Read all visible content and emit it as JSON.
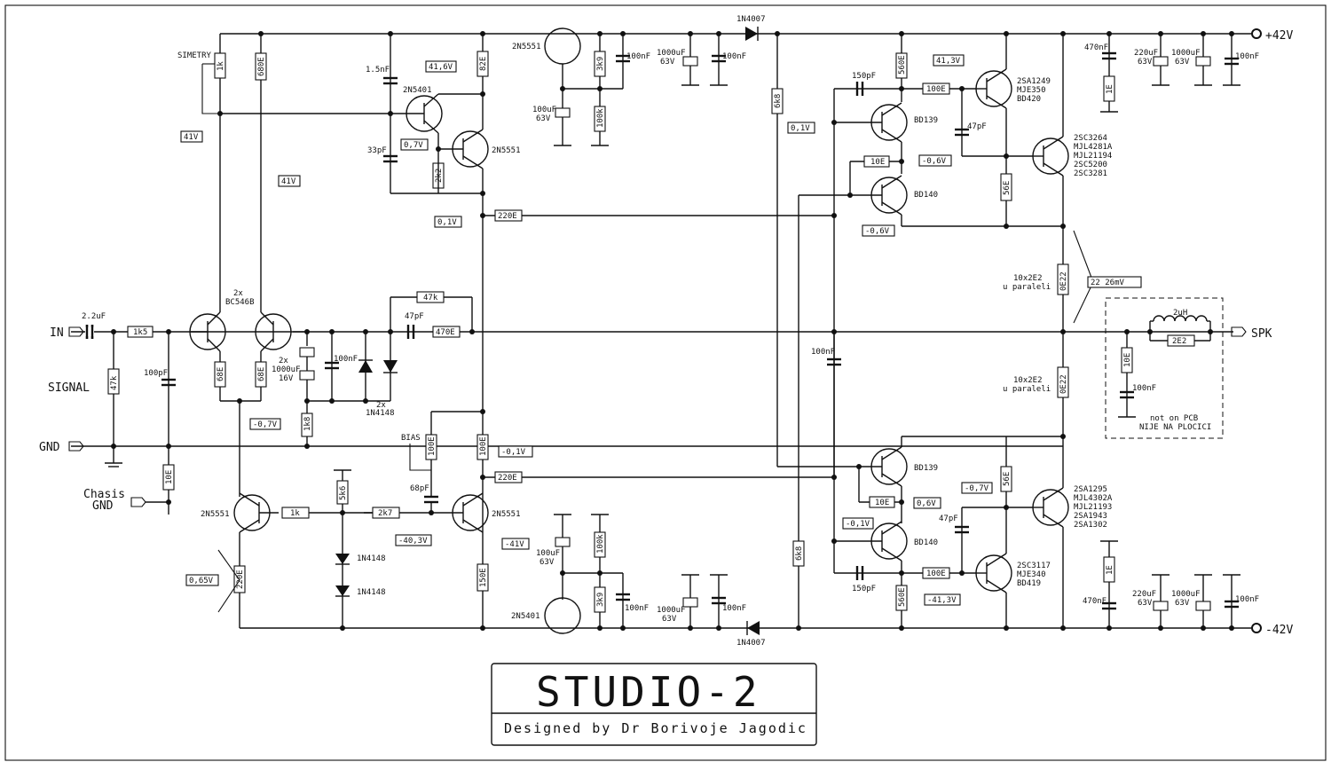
{
  "title": {
    "main": "STUDIO-2",
    "designer": "Designed by Dr Borivoje Jagodic"
  },
  "rails": {
    "positive": "+42V",
    "negative": "-42V"
  },
  "terminals": {
    "input": "IN",
    "speaker": "SPK",
    "ground": "GND",
    "chassis": [
      "Chasis",
      "GND"
    ],
    "signal": "SIGNAL"
  },
  "components": {
    "c_in": "2.2uF",
    "r_1k5": "1k5",
    "r_47k": "47k",
    "c_100pf": "100pF",
    "r_10e_gnd": "10E",
    "pair_count": "2x",
    "pair_type": "BC546B",
    "r_68e_a": "68E",
    "r_68e_b": "68E",
    "simetry": "SIMETRY",
    "r_1k_trim": "1k",
    "r_680e": "680E",
    "cap_2x": "2x",
    "cap_1000uf": "1000uF",
    "cap_16v": "16V",
    "c_100nf_mid": "100nF",
    "diode_2x": "2x",
    "diode_1n4148": "1N4148",
    "r_1k8": "1k8",
    "r_47k_fb": "47k",
    "c_47pf_fb": "47pF",
    "r_470e": "470E",
    "c_1n5": "1.5nF",
    "q_2n5401_top": "2N5401",
    "c_33pf": "33pF",
    "r_2k2": "2k2",
    "q_2n5551_vas": "2N5551",
    "r_82e": "82E",
    "r_220e_top": "220E",
    "q_2n5551_reg": "2N5551",
    "r_3k9_top": "3k9",
    "r_100k_top": "100k",
    "c_100nf_a": "100nF",
    "c_100uf_top": "100uF",
    "c_63v_top": "63V",
    "c_1000uf_top": "1000uF",
    "c_63v_top2": "63V",
    "c_100nf_b": "100nF",
    "d_1n4007_top": "1N4007",
    "r_6k8_top": "6k8",
    "c_150pf_top": "150pF",
    "r_560e_top": "560E",
    "r_100e_top": "100E",
    "q_bd139_top": "BD139",
    "r_10e_top": "10E",
    "q_bd140_top": "BD140",
    "c_47pf_top": "47pF",
    "r_56e_top": "56E",
    "q_drv_top": [
      "2SA1249",
      "MJE350",
      "BD420"
    ],
    "q_out_top": [
      "2SC3264",
      "MJL4281A",
      "MJL21194",
      "2SC5200",
      "2SC3281"
    ],
    "c_470nf_top": "470nF",
    "r_1e_top": "1E",
    "c_220uf_top": "220uF",
    "c_63v_a": "63V",
    "c_1000uf_top3": "1000uF",
    "c_63v_b": "63V",
    "c_100nf_c": "100nF",
    "r_emit_top": "0E22",
    "emit_note_top": [
      "10x2E2",
      "u paraleli"
    ],
    "r_emit_bot": "0E22",
    "emit_note_bot": [
      "10x2E2",
      "u paraleli"
    ],
    "zobel_l": "2uH",
    "zobel_r": "2E2",
    "zobel_r10": "10E",
    "zobel_c": "100nF",
    "zobel_note": [
      "not on PCB",
      "NIJE NA PLOCICI"
    ],
    "c_100nf_bootstrap": "100nF",
    "r_6k8_bot": "6k8",
    "q_bd139_bot": "BD139",
    "r_10e_bot": "10E",
    "q_bd140_bot": "BD140",
    "c_150pf_bot": "150pF",
    "r_100e_bot": "100E",
    "r_560e_bot": "560E",
    "c_47pf_bot": "47pF",
    "r_56e_bot": "56E",
    "q_drv_bot": [
      "2SC3117",
      "MJE340",
      "BD419"
    ],
    "q_out_bot": [
      "2SA1295",
      "MJL4302A",
      "MJL21193",
      "2SA1943",
      "2SA1302"
    ],
    "c_470nf_bot": "470nF",
    "r_1e_bot": "1E",
    "c_220uf_bot": "220uF",
    "c_63v_c": "63V",
    "c_1000uf_bot3": "1000uF",
    "c_63v_d": "63V",
    "c_100nf_d": "100nF",
    "bias": "BIAS",
    "r_100e_bias": "100E",
    "r_100e_b": "100E",
    "r_220e_mid": "220E",
    "c_68pf": "68pF",
    "q_2n5551_bias": "2N5551",
    "r_150e": "150E",
    "q_2n5551_tail": "2N5551",
    "r_1k": "1k",
    "r_5k6": "5k6",
    "r_2k7": "2k7",
    "d_1n4148_a": "1N4148",
    "d_1n4148_b": "1N4148",
    "r_220e_tail": "220E",
    "c_100uf_bot": "100uF",
    "c_63v_bot": "63V",
    "r_100k_bot": "100k",
    "r_3k9_bot": "3k9",
    "c_100nf_e": "100nF",
    "q_2n5401_reg": "2N5401",
    "c_1000uf_bot": "1000uF",
    "c_63v_bot2": "63V",
    "c_100nf_f": "100nF",
    "d_1n4007_bot": "1N4007"
  },
  "voltages": {
    "v1": "41V",
    "v2": "41V",
    "v3": "41,6V",
    "v4": "0,7V",
    "v5": "0,1V",
    "v6": "-0,7V",
    "v7": "0,1V",
    "v8": "-0,6V",
    "v9": "-0,6V",
    "v10": "41,3V",
    "v11": "22   26mV",
    "v12": "-0,1V",
    "v13": "-40,3V",
    "v14": "-41V",
    "v15": "0,65V",
    "v16": "0,6V",
    "v17": "-0,1V",
    "v18": "-0,7V",
    "v19": "-41,3V"
  }
}
